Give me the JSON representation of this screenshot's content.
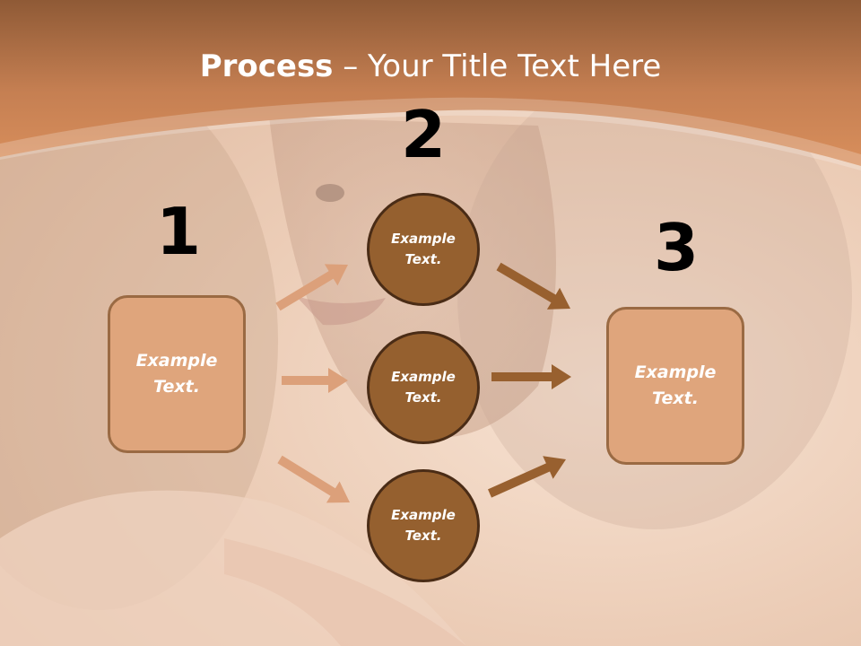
{
  "title": {
    "bold": "Process",
    "rest": " – Your Title Text Here"
  },
  "numbers": [
    "1",
    "2",
    "3"
  ],
  "left_box": {
    "text": "Example\nText."
  },
  "circles": [
    {
      "text": "Example\nText."
    },
    {
      "text": "Example\nText."
    },
    {
      "text": "Example\nText."
    }
  ],
  "right_box": {
    "text": "Example\nText."
  },
  "colors": {
    "header": "#c9865a",
    "box_fill": "#dfa57c",
    "box_border": "#9a6a43",
    "circle_fill": "#95602f",
    "circle_border": "#4a2c16",
    "arrow_light": "#dca07a",
    "arrow_dark": "#98602f"
  }
}
